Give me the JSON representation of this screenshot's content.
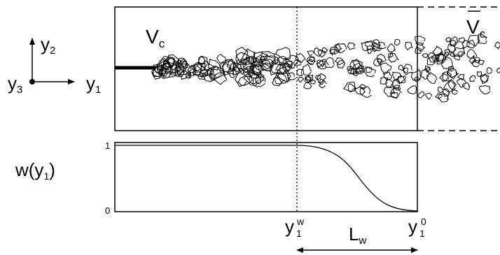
{
  "axes": {
    "y1_base": "y",
    "y1_sub": "1",
    "y2_base": "y",
    "y2_sub": "2",
    "y3_base": "y",
    "y3_sub": "3"
  },
  "domain": {
    "vc_base": "V",
    "vc_sub": "c",
    "vc_bar_base": "V",
    "vc_bar_sub": "c"
  },
  "weight_plot": {
    "func_label_pre": "w(y",
    "func_label_sub": "1",
    "func_label_post": ")",
    "tick_top": "1",
    "tick_bottom": "0",
    "yw_base": "y",
    "yw_sub": "1",
    "yw_sup": "w",
    "y0_base": "y",
    "y0_sub": "1",
    "y0_sup": "0",
    "lw_base": "L",
    "lw_sub": "w"
  }
}
